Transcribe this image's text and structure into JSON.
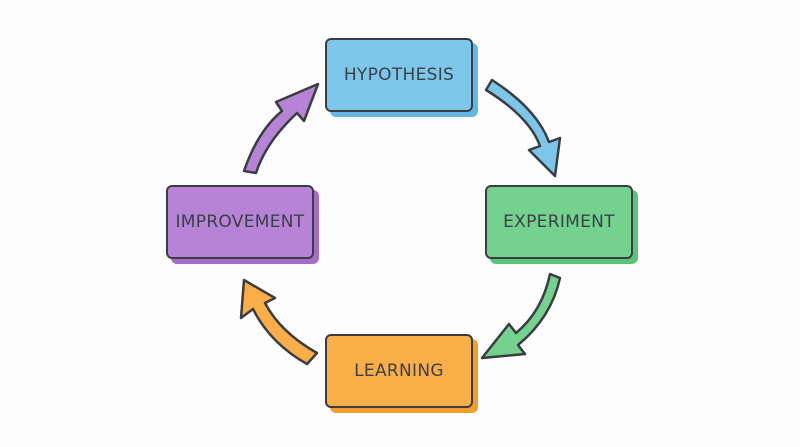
{
  "diagram": {
    "type": "cycle",
    "nodes": [
      {
        "id": "hypothesis",
        "label": "HYPOTHESIS",
        "fill": "#7cc6ea",
        "shadow": "#62b7e4"
      },
      {
        "id": "experiment",
        "label": "EXPERIMENT",
        "fill": "#74d18e",
        "shadow": "#5cc47a"
      },
      {
        "id": "learning",
        "label": "LEARNING",
        "fill": "#f9ae48",
        "shadow": "#f39e2c"
      },
      {
        "id": "improvement",
        "label": "IMPROVEMENT",
        "fill": "#b683d6",
        "shadow": "#a56cc8"
      }
    ],
    "arrows": [
      {
        "from": "hypothesis",
        "to": "experiment",
        "color": "#7cc6ea"
      },
      {
        "from": "experiment",
        "to": "learning",
        "color": "#74d18e"
      },
      {
        "from": "learning",
        "to": "improvement",
        "color": "#f9ae48"
      },
      {
        "from": "improvement",
        "to": "hypothesis",
        "color": "#b683d6"
      }
    ],
    "border_color": "#3a3d42",
    "text_color": "#3b3f46"
  }
}
